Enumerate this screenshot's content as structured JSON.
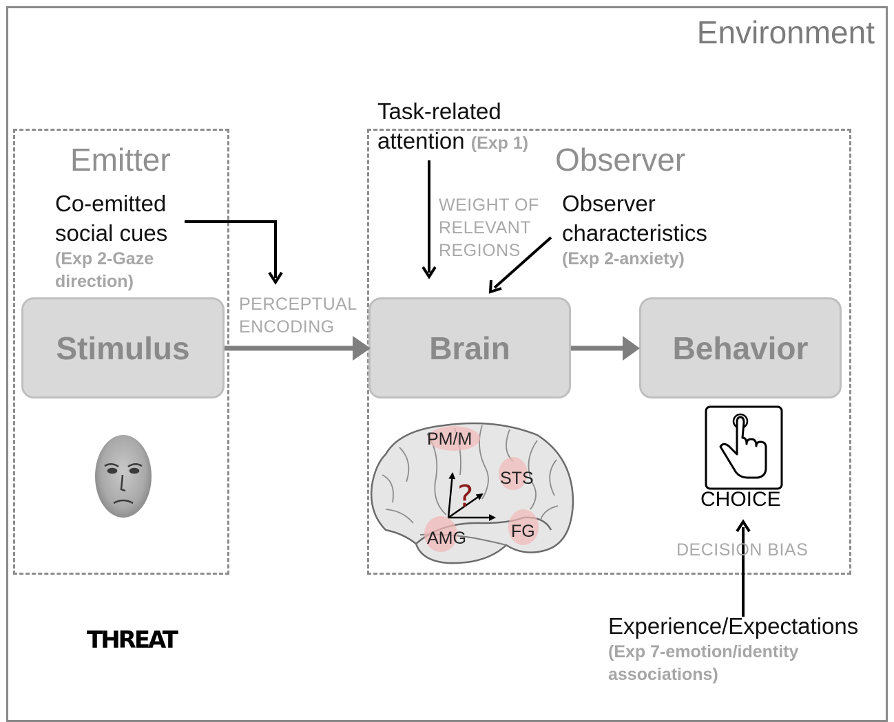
{
  "environment": {
    "title": "Environment"
  },
  "emitter": {
    "title": "Emitter",
    "cue_line1": "Co-emitted",
    "cue_line2": "social cues",
    "cue_exp_line1": "(Exp 2-Gaze",
    "cue_exp_line2": "direction)",
    "threat_label": "THREAT"
  },
  "observer": {
    "title": "Observer",
    "attention_line1": "Task-related",
    "attention_line2": "attention",
    "attention_exp": "(Exp 1)",
    "weight_line1": "WEIGHT OF",
    "weight_line2": "RELEVANT",
    "weight_line3": "REGIONS",
    "char_line1": "Observer",
    "char_line2": "characteristics",
    "char_exp": "(Exp 2-anxiety)"
  },
  "flow": {
    "stimulus": "Stimulus",
    "brain": "Brain",
    "behavior": "Behavior",
    "encoding_line1": "PERCEPTUAL",
    "encoding_line2": "ENCODING"
  },
  "brain_regions": {
    "pmm": "PM/M",
    "sts": "STS",
    "amg": "AMG",
    "fg": "FG",
    "question": "?"
  },
  "behavior_panel": {
    "choice": "CHOICE",
    "decision_bias": "DECISION BIAS",
    "experience": "Experience/Expectations",
    "experience_exp_line1": "(Exp 7-emotion/identity",
    "experience_exp_line2": "associations)"
  },
  "colors": {
    "frame": "#8a8a8a",
    "node_fill": "#d9d9d9",
    "node_text": "#8a8a8a",
    "flow_arrow": "#7f7f7f",
    "region_highlight": "#f2b8b8",
    "question_mark": "#8b1a1a"
  }
}
